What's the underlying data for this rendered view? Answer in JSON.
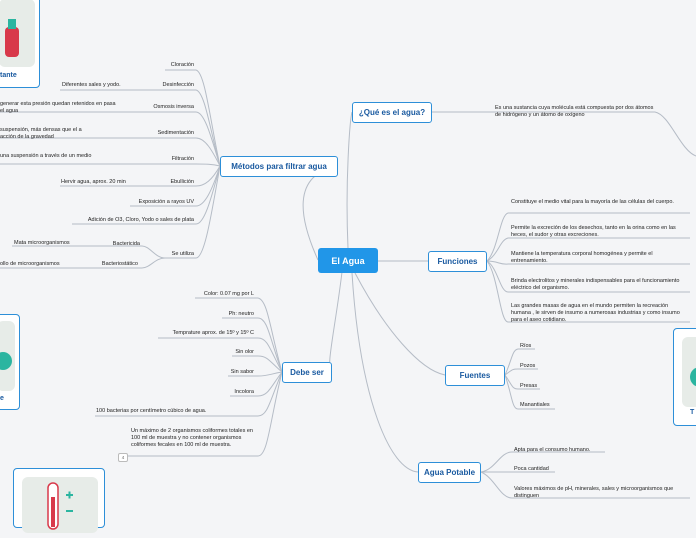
{
  "root": "El Agua",
  "branches": {
    "que_es": "¿Qué es el agua?",
    "metodos": "Métodos para filtrar agua",
    "funciones": "Funciones",
    "debe_ser": "Debe ser",
    "fuentes": "Fuentes",
    "agua_potable": "Agua Potable"
  },
  "que_es_text": "Es una sustancia cuya molécula está compuesta por dos átomos de hidrógeno y un átomo de oxígeno",
  "metodos": {
    "cloracion": "Cloración",
    "desinfeccion": "Desinfección",
    "sales_yodo": "Diferentes sales y yodo.",
    "osmosis": "Osmosis inversa",
    "osmosis_detail": "generar esta presión quedan retenidos en pasa el agua",
    "sedimentacion": "Sedimentación",
    "sedimentacion_detail": "suspensión, más densas que el a acción de la gravedad",
    "filtracion": "Filtración",
    "filtracion_detail": "una suspensión a través de un medio",
    "ebullicion": "Ebullición",
    "hervir": "Hervir agua, aprox. 20 min",
    "rayos_uv": "Exposición a rayos UV",
    "adicion": "Adición de O3, Cloro, Yodo o sales de plata",
    "se_utiliza": "Se utiliza",
    "bactericida": "Bactericida",
    "mata": "Mata microorganismos",
    "bacteriostatico": "Bacteriostático",
    "desarrollo": "ollo de microorganismos"
  },
  "funciones": [
    "Constituye el medio vital para la mayoría de las células del cuerpo.",
    "Permite la excreción de los desechos, tanto en la orina como en las heces, el sudor y otras excreciones.",
    "Mantiene la temperatura corporal homogénea y permite el entrenamiento.",
    "Brinda electrolitos y minerales indispensables para el funcionamiento eléctrico del organismo.",
    "Las grandes masas de agua en el mundo permiten la recreación humana , le sirven de insumo a numerosas industrias y como insumo para el aseo cotidiano."
  ],
  "debe_ser": [
    "Color: 0.07 mg por L",
    "Ph: neutro",
    "Temprature aprox. de 15º y 15º C",
    "Sin olor",
    "Sin sabor",
    "Incolora",
    "100 bacterias por centímetro cúbico de agua.",
    "Un máximo de 2 organismos coliformes totales en 100 ml de muestra y no contener organismos coliformes fecales en 100 ml de muestra."
  ],
  "badge": "4",
  "fuentes": [
    "Ríos",
    "Pozos",
    "Presas",
    "Manantiales"
  ],
  "agua_potable": [
    "Apta para el consumo humano.",
    "Poca cantidad",
    "Valores máximos de pH, minerales, sales y microorganismos que distinguen"
  ],
  "cards": {
    "top_left": "tante",
    "mid_left": "e",
    "right": "T"
  },
  "colors": {
    "root": "#2196e8",
    "accent": "#2d8fd8",
    "teal": "#2bb5a0",
    "red": "#d8394a"
  }
}
